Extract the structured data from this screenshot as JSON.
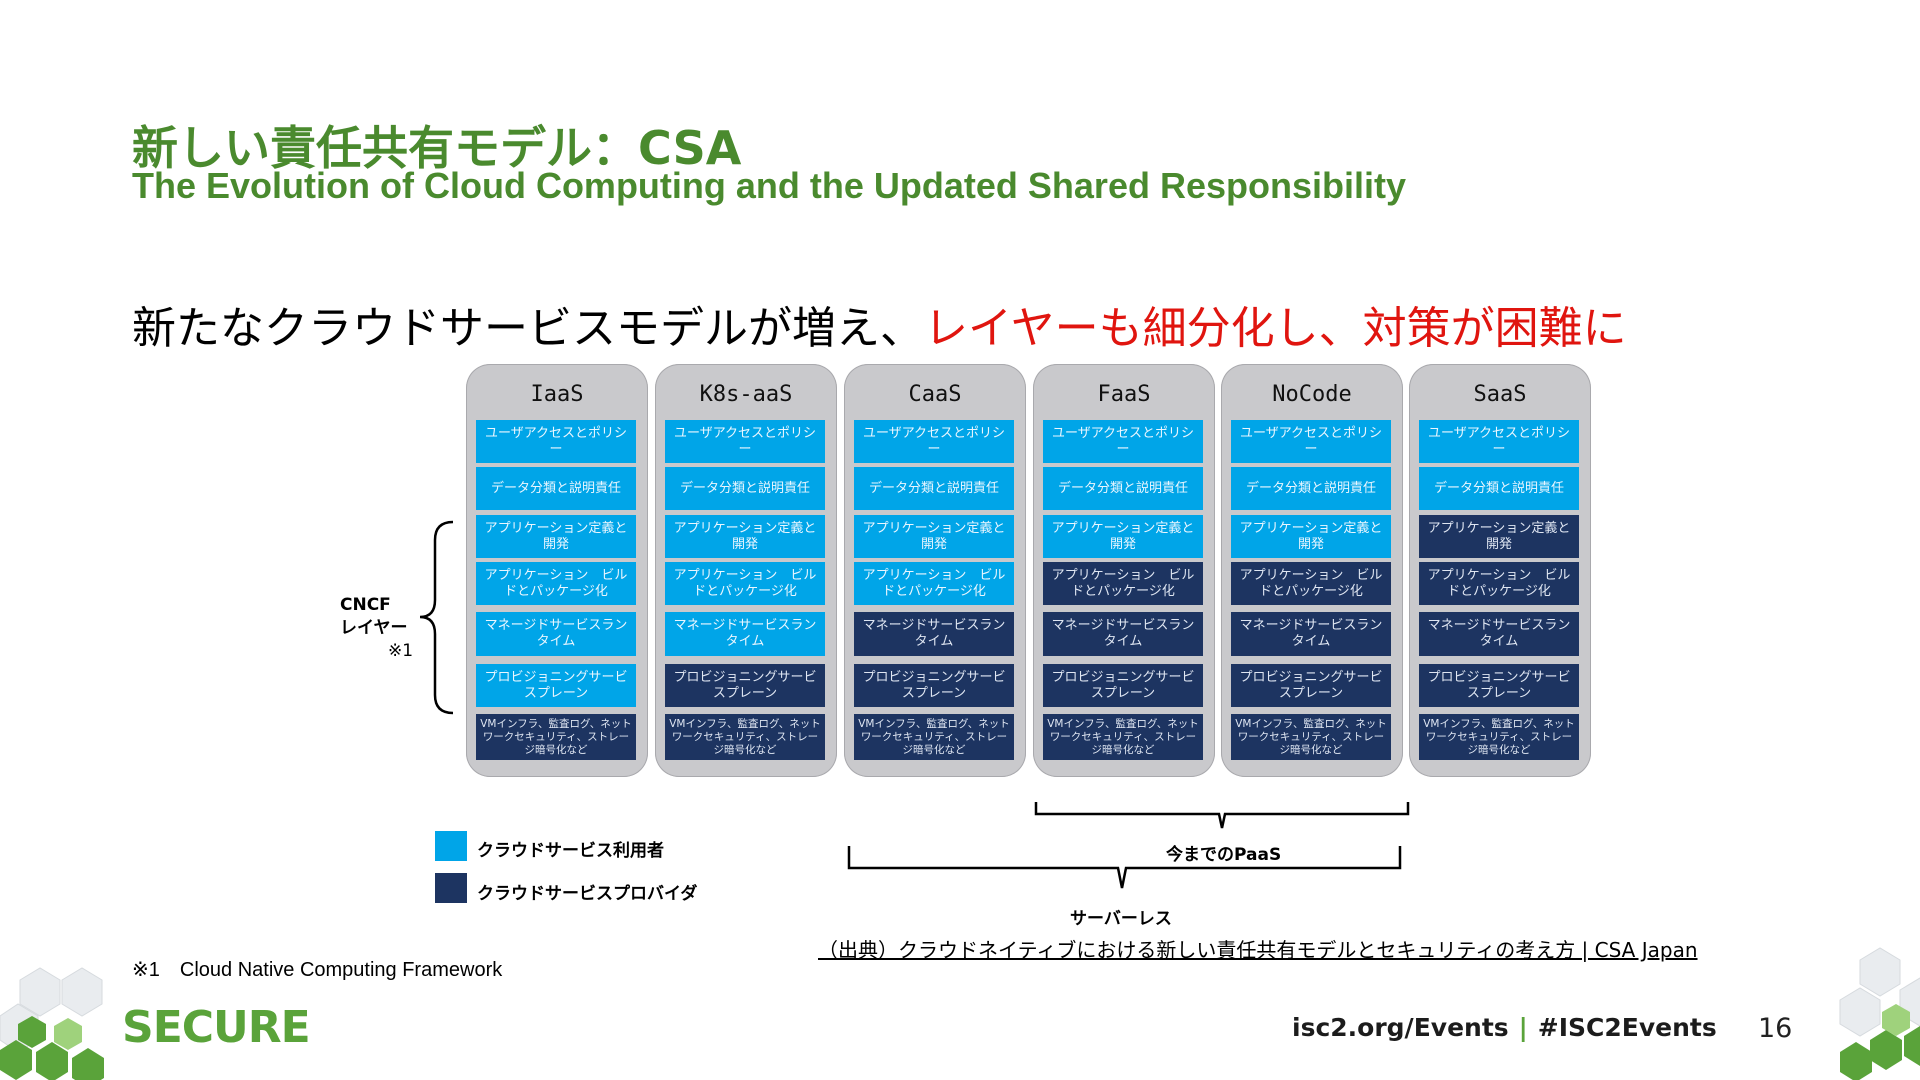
{
  "title": {
    "jp": "新しい責任共有モデル：CSA",
    "en": "The Evolution of Cloud Computing and the Updated Shared Responsibility"
  },
  "headline": {
    "main": "新たなクラウドサービスモデルが増え、",
    "highlight": "レイヤーも細分化し、対策が困難に"
  },
  "colors": {
    "user": "#00a5e8",
    "provider": "#1d3461",
    "accent_green": "#4a8a2e",
    "highlight_red": "#e0150f"
  },
  "layers": [
    "ユーザアクセスとポリシー",
    "データ分類と説明責任",
    "アプリケーション定義と開発",
    "アプリケーション　ビルドとパッケージ化",
    "マネージドサービスランタイム",
    "プロビジョニングサービスプレーン",
    "VMインフラ、監査ログ、ネットワークセキュリティ、ストレージ暗号化など"
  ],
  "models": [
    {
      "name": "IaaS",
      "user_layers": 6
    },
    {
      "name": "K8s-aaS",
      "user_layers": 5
    },
    {
      "name": "CaaS",
      "user_layers": 4
    },
    {
      "name": "FaaS",
      "user_layers": 3
    },
    {
      "name": "NoCode",
      "user_layers": 3
    },
    {
      "name": "SaaS",
      "user_layers": 2
    }
  ],
  "cncf_label": {
    "line1": "CNCF",
    "line2": "レイヤー",
    "line3": "※1"
  },
  "legend": {
    "user": "クラウドサービス利用者",
    "provider": "クラウドサービスプロバイダ"
  },
  "groups": {
    "paas": "今までのPaaS",
    "serverless": "サーバーレス"
  },
  "source": "（出典）クラウドネイティブにおける新しい責任共有モデルとセキュリティの考え方 | CSA Japan",
  "footnote": "※1　Cloud Native Computing Framework",
  "footer": {
    "brand": "SECURE",
    "url": "isc2.org/Events",
    "hashtag": "#ISC2Events",
    "page": "16"
  }
}
